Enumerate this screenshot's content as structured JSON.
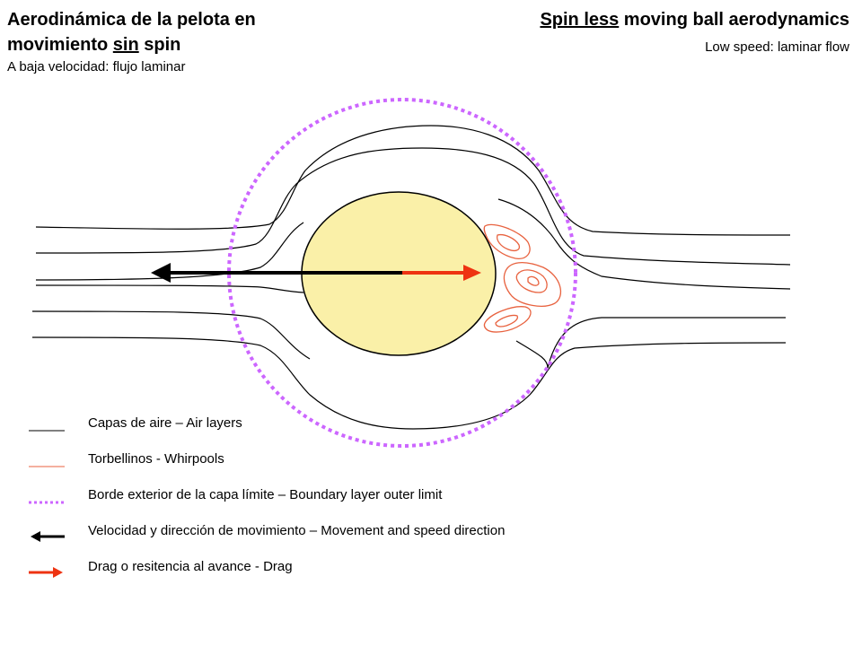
{
  "header": {
    "es_title_line1": "Aerodinámica de la pelota en",
    "es_title_line2_pre": "movimiento ",
    "es_title_line2_underlined": "sin",
    "es_title_line2_post": " spin",
    "es_subtitle": "A baja velocidad: flujo laminar",
    "en_title_underlined": "Spin less",
    "en_title_rest": " moving ball aerodynamics",
    "en_subtitle": "Low speed: laminar flow"
  },
  "legend": {
    "items": [
      {
        "label": "Capas de aire – Air layers",
        "style": "line",
        "color": "#000000"
      },
      {
        "label": "Torbellinos - Whirpools",
        "style": "line",
        "color": "#e8623f"
      },
      {
        "label": "Borde exterior de la capa límite – Boundary layer outer limit",
        "style": "dotted",
        "color": "#cc66ff"
      },
      {
        "label": "Velocidad y dirección de movimiento – Movement and speed direction",
        "style": "arrow-left",
        "color": "#000000"
      },
      {
        "label": "Drag o resitencia al avance - Drag",
        "style": "arrow-right",
        "color": "#ee3311"
      }
    ]
  },
  "colors": {
    "ball_fill": "#faf0a8",
    "air_layers": "#000000",
    "whirlpools": "#e8623f",
    "boundary_layer": "#cc66ff",
    "velocity_arrow": "#000000",
    "drag_arrow": "#ee3311"
  }
}
